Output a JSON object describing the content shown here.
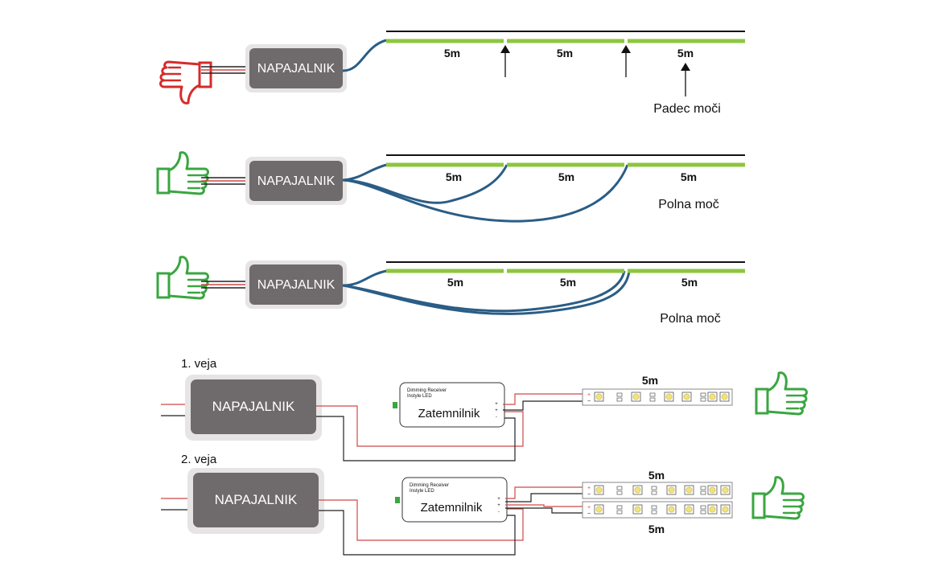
{
  "colors": {
    "strip": "#8dc63f",
    "rail": "#111111",
    "cable": "#2a5d86",
    "psu": "#6f6a6b",
    "psu_border": "#e6e4e4",
    "wire_red": "#d04848",
    "thumb_bad": "#d62b2b",
    "thumb_good": "#3aa640"
  },
  "psu_label": "NAPAJALNIK",
  "diagrams": [
    {
      "verdict": "thumb-down-icon",
      "segments": [
        "5m",
        "5m",
        "5m"
      ],
      "note": "Padec moči"
    },
    {
      "verdict": "thumb-up-icon",
      "segments": [
        "5m",
        "5m",
        "5m"
      ],
      "note": "Polna moč"
    },
    {
      "verdict": "thumb-up-icon",
      "segments": [
        "5m",
        "5m",
        "5m"
      ],
      "note": "Polna moč"
    }
  ],
  "branches": [
    {
      "label": "1. veja",
      "receiver_title": "Dimming Receiver",
      "receiver_sub": "Instyle LED",
      "dimmer_label": "Zatemnilnik",
      "strips": [
        "5m"
      ],
      "verdict": "thumb-up-icon"
    },
    {
      "label": "2. veja",
      "receiver_title": "Dimming Receiver",
      "receiver_sub": "Instyle LED",
      "dimmer_label": "Zatemnilnik",
      "strips": [
        "5m",
        "5m"
      ],
      "verdict": "thumb-up-icon"
    }
  ]
}
